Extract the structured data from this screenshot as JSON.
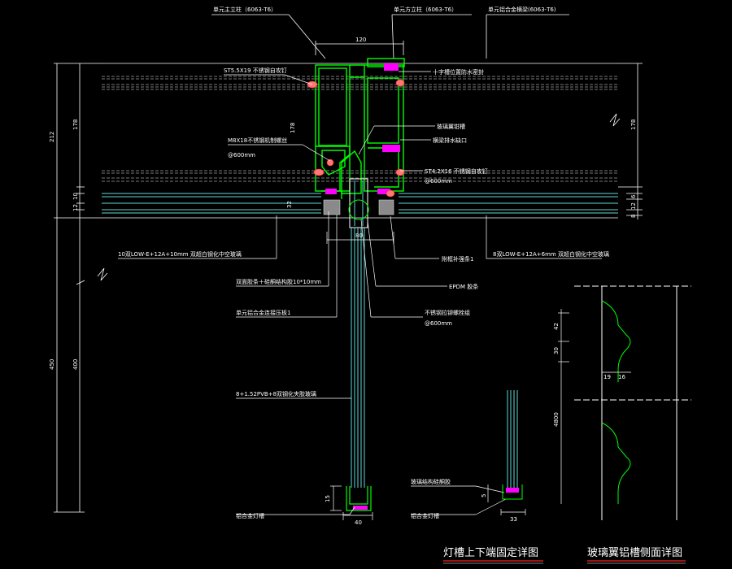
{
  "colors": {
    "bg": "#000000",
    "green": "#00ff00",
    "cyan": "#5fd7d7",
    "magenta": "#ff00ff",
    "white": "#ffffff",
    "grey": "#8a8a8a",
    "red": "#ff2020",
    "dash": "#777777"
  },
  "labels": {
    "top_left": "单元主立柱（6063-T6）",
    "top_mid": "单元方立柱（6063-T6）",
    "top_right": "单元铝合金横梁(6063-T6)",
    "screw1": "ST5.5X19 不锈钢自攻钉",
    "cross_seal": "十字槽位置防水密封",
    "glass_fin_slot": "玻璃翼钳槽",
    "bolt": "M8X18不锈钢机制螺丝",
    "bolt_spacing": "@600mm",
    "drain": "横梁排水缺口",
    "screw2": "ST4.2X16 不锈钢自攻钉",
    "screw2_spacing": "@600mm",
    "glass_left": "10双LOW-E+12A+10mm 双超白钢化中空玻璃",
    "glass_right": "8双LOW-E+12A+6mm 双超白钢化中空玻璃",
    "foam": "双面胶条＋硅酮结构胶10*10mm",
    "anticollision": "附框补强条1",
    "epdm": "EPDM 胶条",
    "pressplate": "单元铝合金连接压板1",
    "fin_bolt": "不锈钢拉铆螺栓组",
    "fin_bolt_spacing": "@600mm",
    "fin_glass": "8+1.52PVB+8双钢化夹胶玻璃",
    "silicone": "玻璃结构硅酮胶",
    "bottom_left": "铝合金灯槽",
    "bottom_right": "铝合金灯槽"
  },
  "dimensions": {
    "d120": "120",
    "d80": "80",
    "d212": "212",
    "d178a": "178",
    "d178b": "178",
    "d178c": "178",
    "d450": "450",
    "d400": "400",
    "d32": "32",
    "d10": "10",
    "d12": "12",
    "d6": "6",
    "d8": "8",
    "d40": "40",
    "d33": "33",
    "d15": "15",
    "d5": "5",
    "d42": "42",
    "d30": "30",
    "d19": "19",
    "d16": "16",
    "d4800": "4800"
  },
  "titles": {
    "left": "灯槽上下端固定详图",
    "right": "玻璃翼铝槽侧面详图"
  }
}
